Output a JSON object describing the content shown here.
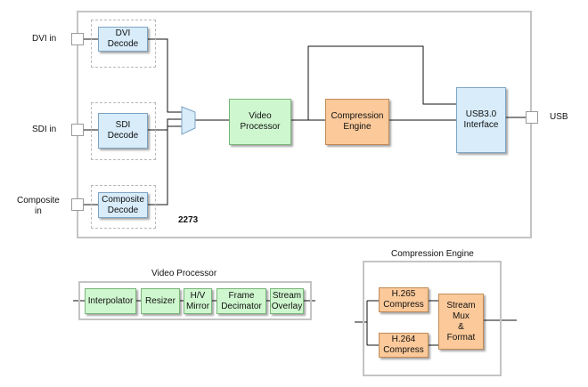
{
  "main": {
    "board_label": "2273",
    "inputs": {
      "dvi": "DVI in",
      "sdi": "SDI in",
      "composite": "Composite\nin"
    },
    "output": "USB",
    "blocks": {
      "dvi_decode": "DVI\nDecode",
      "sdi_decode": "SDI\nDecode",
      "composite_decode": "Composite\nDecode",
      "video_processor": "Video\nProcessor",
      "compression_engine": "Compression\nEngine",
      "usb_interface": "USB3.0\nInterface"
    }
  },
  "video_processor_detail": {
    "title": "Video Processor",
    "stages": [
      "Interpolator",
      "Resizer",
      "H/V\nMirror",
      "Frame\nDecimator",
      "Stream\nOverlay"
    ]
  },
  "compression_engine_detail": {
    "title": "Compression Engine",
    "h265": "H.265\nCompress",
    "h264": "H.264\nCompress",
    "mux": "Stream\nMux\n&\nFormat"
  },
  "colors": {
    "decode_fill": "#d8ecfa",
    "processor_fill": "#cff7cf",
    "compression_fill": "#fbc99a",
    "frame_border": "#c4c4c4"
  }
}
